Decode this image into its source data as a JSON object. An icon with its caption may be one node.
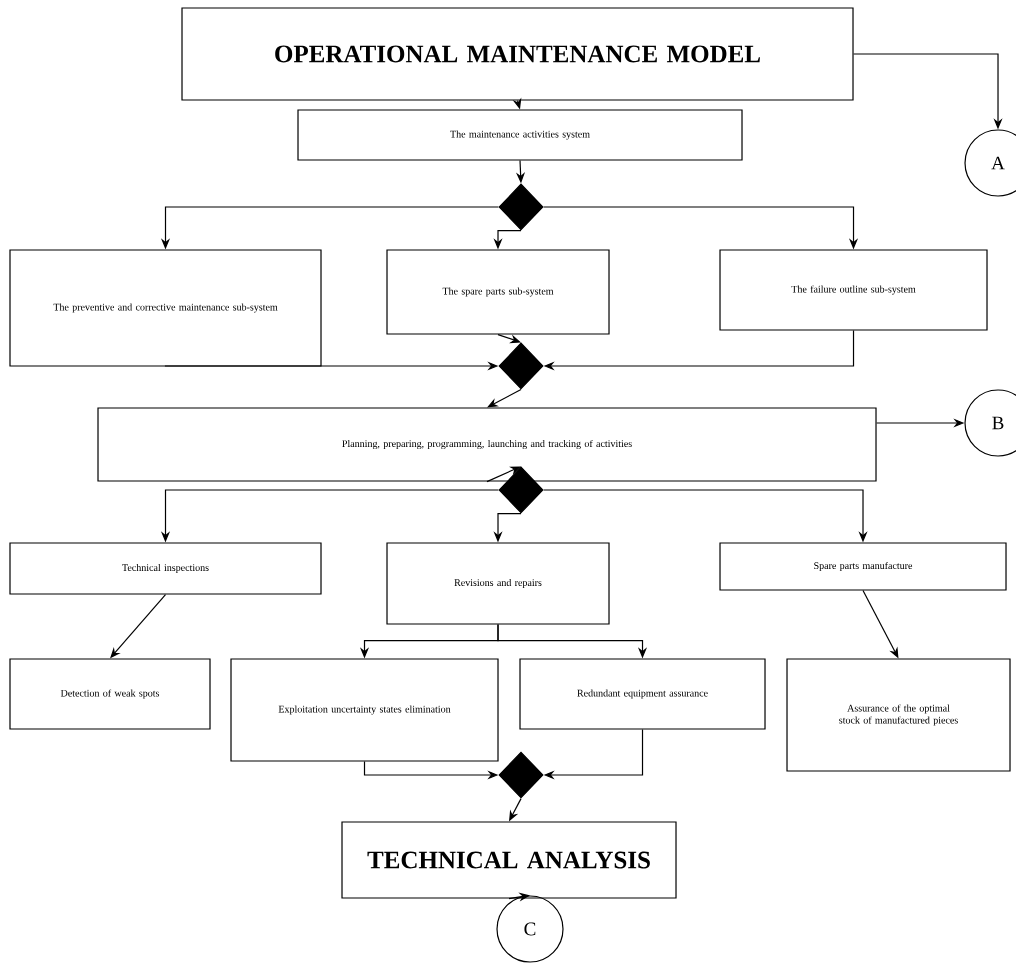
{
  "diagram": {
    "nodes": [
      {
        "text": [
          "OPERATIONAL MAINTENANCE MODEL"
        ]
      },
      {
        "text": [
          "The maintenance activities system"
        ]
      },
      {
        "text": [],
        "shape": "diamond"
      },
      {
        "text": [
          "The preventive and corrective maintenance sub-system"
        ]
      },
      {
        "text": [
          "The spare parts sub-system"
        ]
      },
      {
        "text": [
          "The failure outline sub-system"
        ]
      },
      {
        "text": [],
        "shape": "diamond"
      },
      {
        "text": [
          "Planning, preparing, programming, launching and tracking of activities"
        ]
      },
      {
        "text": [
          "A"
        ]
      },
      {
        "text": [
          "B"
        ]
      },
      {
        "text": [],
        "shape": "diamond"
      },
      {
        "text": [
          "Technical inspections"
        ]
      },
      {
        "text": [
          "Revisions and repairs"
        ]
      },
      {
        "text": [
          "Spare parts manufacture"
        ]
      },
      {
        "text": [
          "Detection of weak spots"
        ]
      },
      {
        "text": [
          "Exploitation uncertainty states elimination"
        ]
      },
      {
        "text": [
          "Redundant equipment assurance"
        ]
      },
      {
        "text": [
          "Assurance of the optimal stock of manufactured pieces"
        ]
      },
      {
        "text": [],
        "shape": "diamond"
      },
      {
        "text": [
          "TECHNICAL ANALYSIS"
        ]
      },
      {
        "text": [
          "C"
        ]
      }
    ],
    "edges": [
      {
        "from": 0,
        "to": 1,
        "arrow": "to"
      },
      {
        "from": 0,
        "to": 8,
        "arrow": "to"
      },
      {
        "from": 1,
        "to": 2,
        "arrow": "to"
      },
      {
        "from": 2,
        "to": 3,
        "arrow": "to"
      },
      {
        "from": 2,
        "to": 4,
        "arrow": "to"
      },
      {
        "from": 2,
        "to": 5,
        "arrow": "to"
      },
      {
        "from": 3,
        "to": 6,
        "arrow": "to"
      },
      {
        "from": 4,
        "to": 6,
        "arrow": "to"
      },
      {
        "from": 5,
        "to": 6,
        "arrow": "to"
      },
      {
        "from": 6,
        "to": 7,
        "arrow": "to"
      },
      {
        "from": 7,
        "to": 9,
        "arrow": "to"
      },
      {
        "from": 7,
        "to": 10,
        "arrow": "to"
      },
      {
        "from": 10,
        "to": 11,
        "arrow": "to"
      },
      {
        "from": 10,
        "to": 12,
        "arrow": "to"
      },
      {
        "from": 10,
        "to": 13,
        "arrow": "to"
      },
      {
        "from": 11,
        "to": 14,
        "arrow": "to"
      },
      {
        "from": 12,
        "to": 15,
        "arrow": "to"
      },
      {
        "from": 12,
        "to": 16,
        "arrow": "to"
      },
      {
        "from": 13,
        "to": 17,
        "arrow": "to"
      },
      {
        "from": 15,
        "to": 18,
        "arrow": "to"
      },
      {
        "from": 16,
        "to": 18,
        "arrow": "to"
      },
      {
        "from": 18,
        "to": 19,
        "arrow": "to"
      },
      {
        "from": 19,
        "to": 20,
        "arrow": "to"
      }
    ]
  }
}
